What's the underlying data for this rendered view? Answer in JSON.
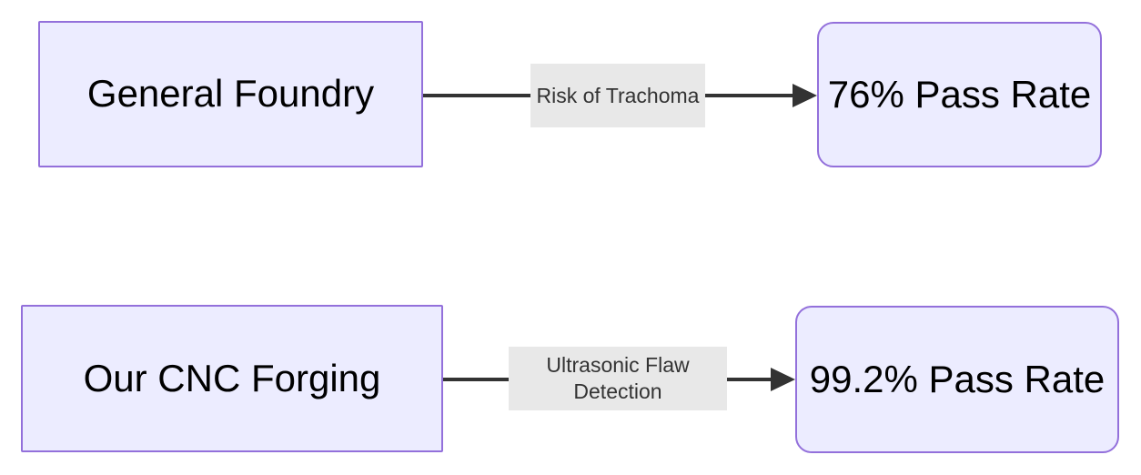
{
  "flowchart": {
    "edges": [
      {
        "source": "General Foundry",
        "label": "Risk of Trachoma",
        "label_lines": [
          "Risk of Trachoma"
        ],
        "target": "76% Pass Rate"
      },
      {
        "source": "Our CNC Forging",
        "label": "Ultrasonic Flaw Detection",
        "label_lines": [
          "Ultrasonic Flaw",
          "Detection"
        ],
        "target": "99.2% Pass Rate"
      }
    ],
    "colors": {
      "node_fill": "#ECECFF",
      "node_border": "#9370DB",
      "node_text": "#000000",
      "edge_line": "#333333",
      "edge_label_bg": "#e8e8e8",
      "edge_label_text": "#333333",
      "background": "#ffffff"
    }
  }
}
